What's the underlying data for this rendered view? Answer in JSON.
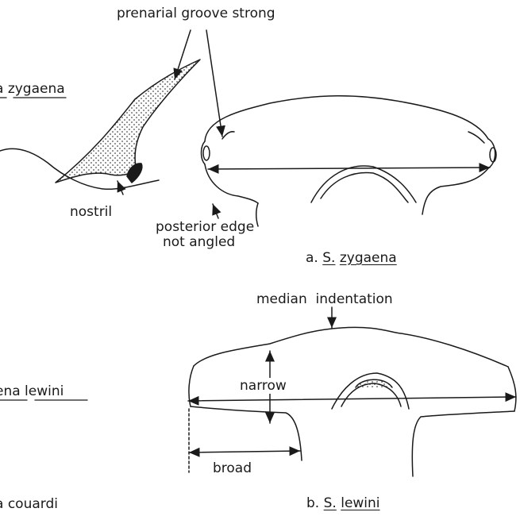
{
  "annotations": {
    "prenarial_groove": "prenarial groove strong",
    "nostril": "nostril",
    "posterior_edge_line1": "posterior edge",
    "posterior_edge_line2": "not angled",
    "median_indentation": "median  indentation",
    "narrow": "narrow",
    "broad": "broad"
  },
  "side_labels": {
    "zygaena_cut": "a zygaena",
    "lewini_cut": "ena lewini",
    "couardi_cut": "a couardi"
  },
  "captions": {
    "a_prefix": "a.",
    "a_genus": "S.",
    "a_species": "zygaena",
    "b_prefix": "b.",
    "b_genus": "S.",
    "b_species": "lewini"
  },
  "colors": {
    "ink": "#1a1a1a",
    "background": "#ffffff"
  }
}
